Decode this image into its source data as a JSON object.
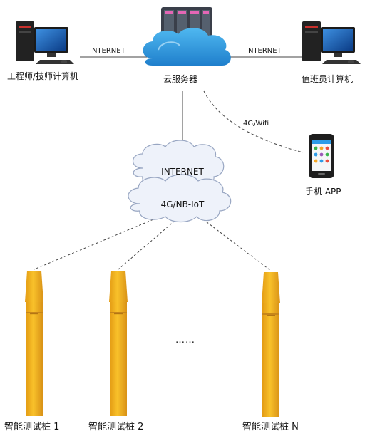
{
  "nodes": {
    "engineer_pc": {
      "label": "工程师/技师计算机",
      "icon": "desktop-computer-icon"
    },
    "cloud_server": {
      "label": "云服务器",
      "icon": "cloud-server-icon"
    },
    "duty_pc": {
      "label": "值班员计算机",
      "icon": "desktop-computer-icon"
    },
    "mobile_app": {
      "label": "手机 APP",
      "icon": "smartphone-icon"
    },
    "internet_cloud": {
      "label": "INTERNET"
    },
    "iot_cloud": {
      "label": "4G/NB-IoT"
    },
    "piles": [
      {
        "label": "智能测试桩 1"
      },
      {
        "label": "智能测试桩 2"
      },
      {
        "label": "智能测试桩 N"
      }
    ],
    "ellipsis": "……"
  },
  "links": {
    "left_internet": "INTERNET",
    "right_internet": "INTERNET",
    "mobile_link": "4G/Wifi"
  },
  "colors": {
    "pile_fill": "#F6B51B",
    "pile_dark": "#D9941A",
    "cloud_fill": "#EAF0FA",
    "cloud_stroke": "#9AA9C6",
    "line": "#333333"
  }
}
